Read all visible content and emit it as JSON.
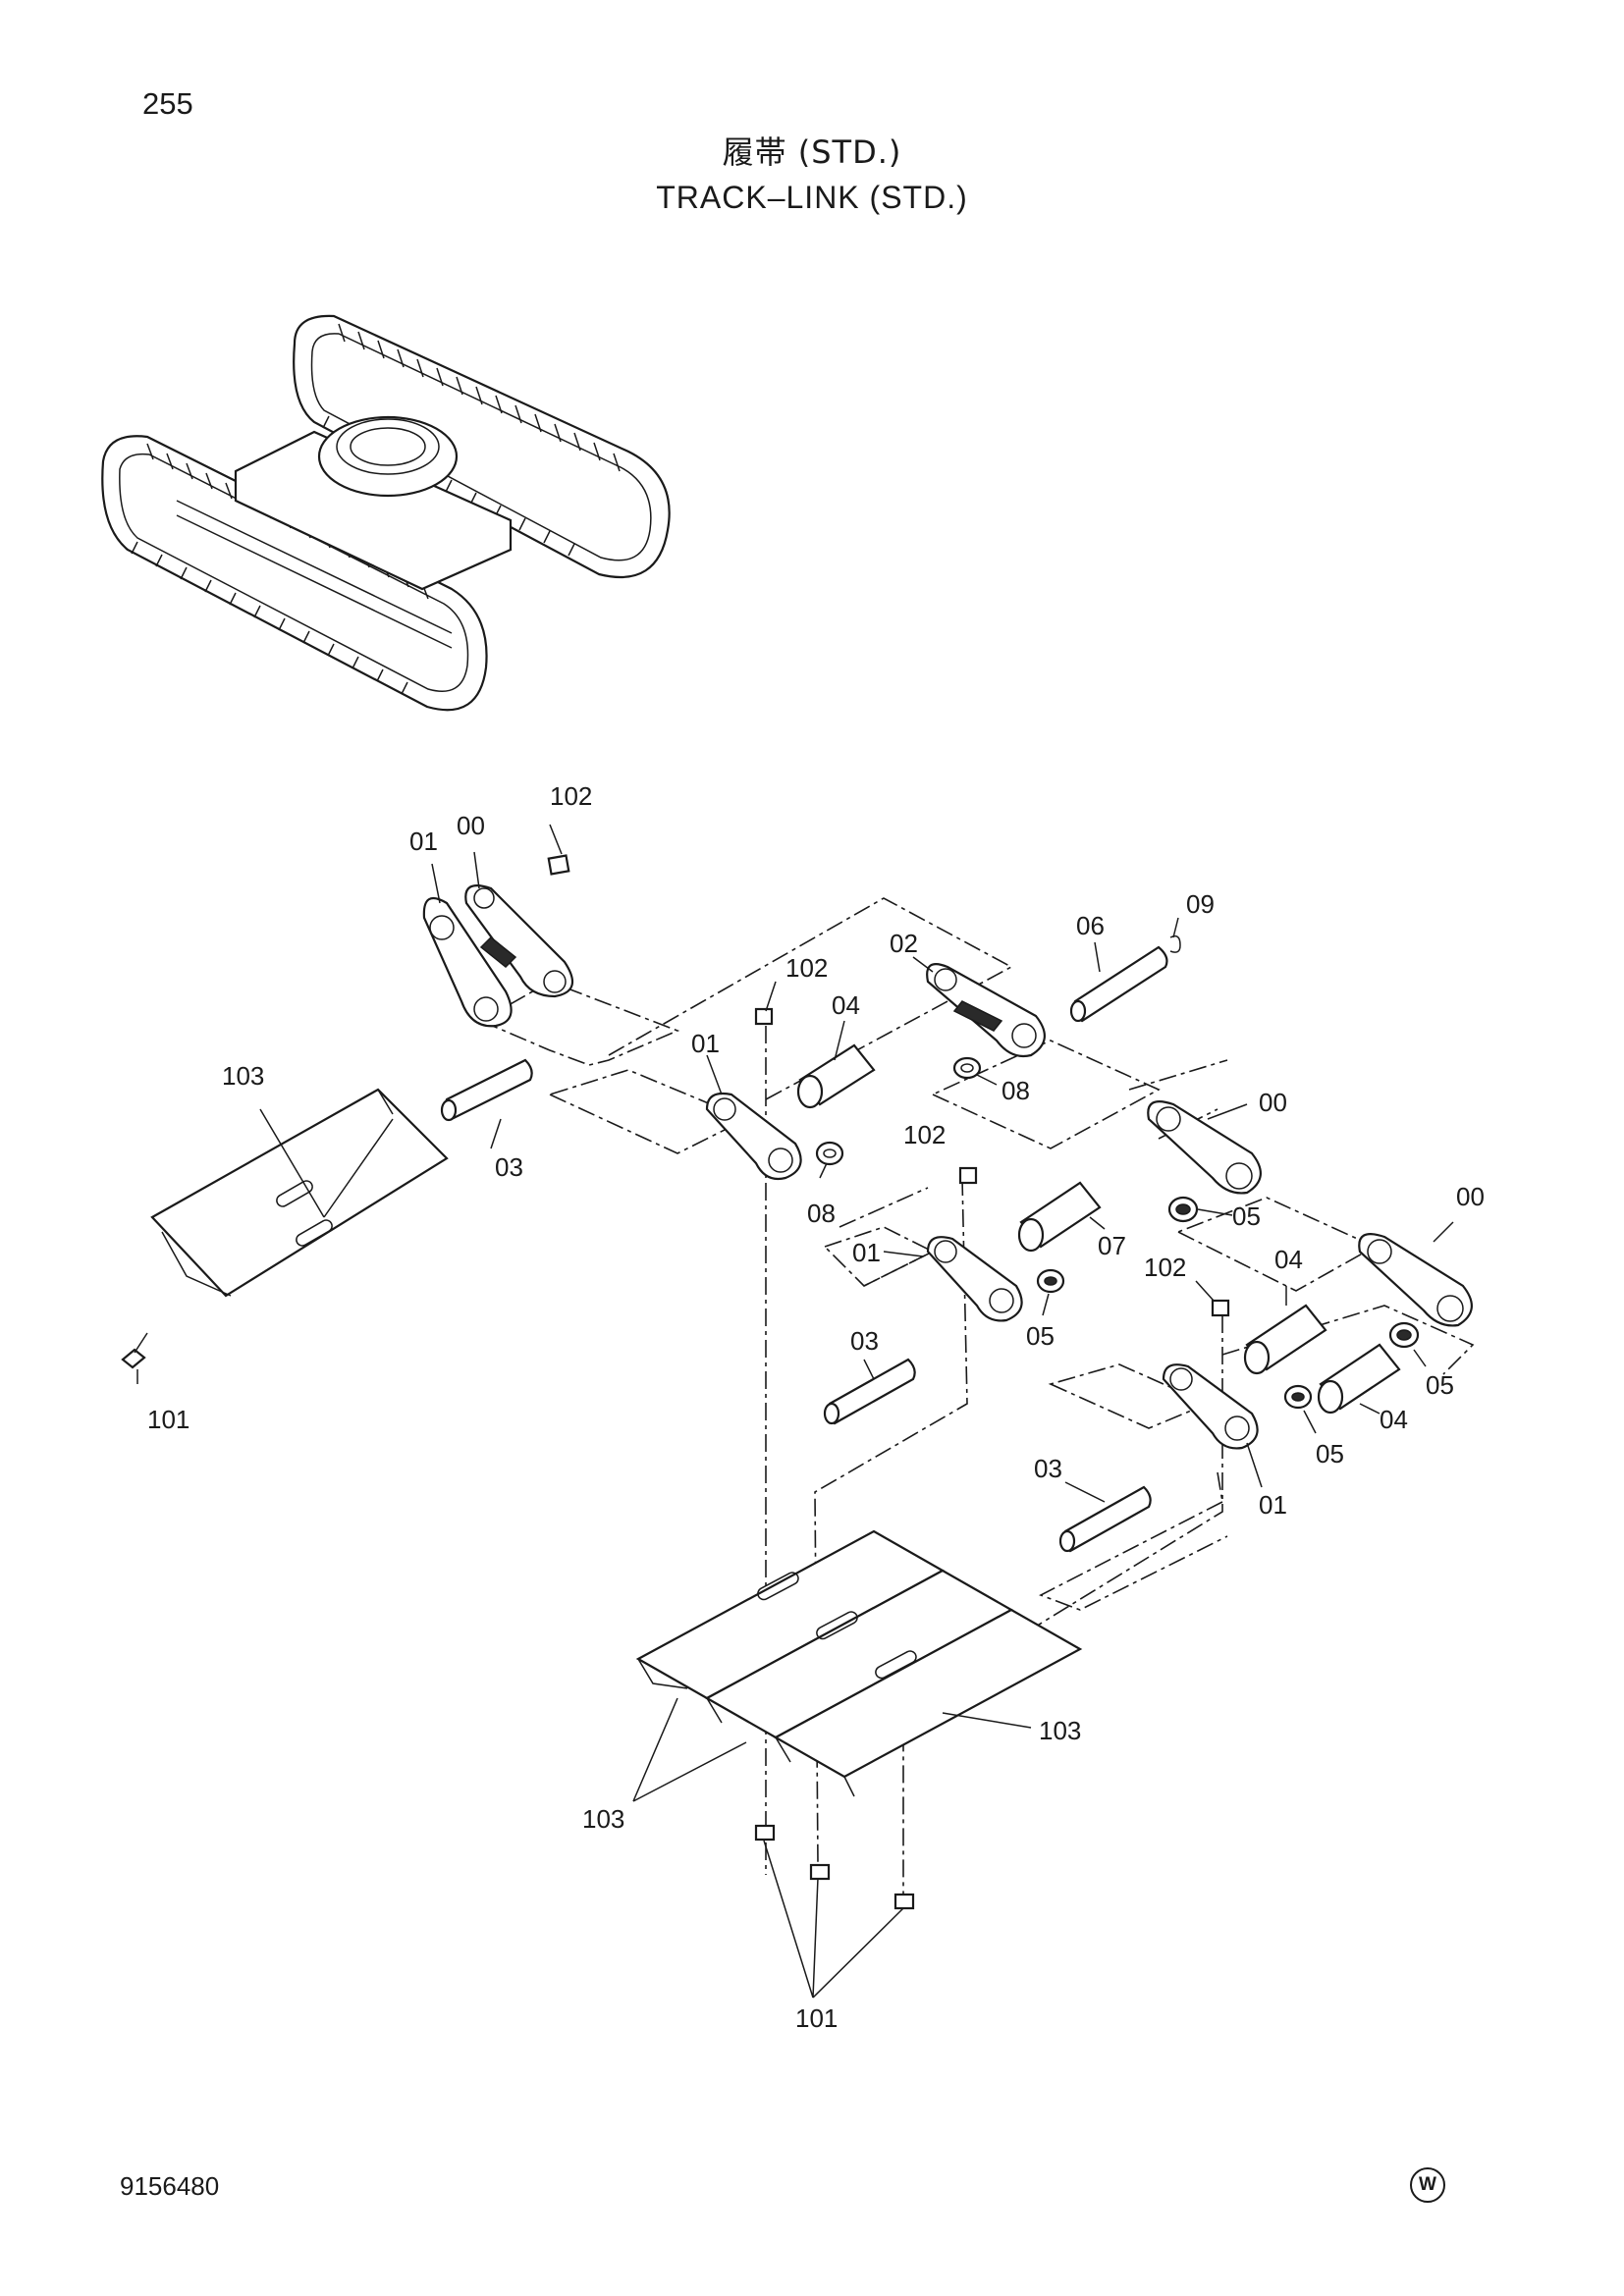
{
  "page_number": "255",
  "title_jp": "履帯 (STD.)",
  "title_en": "TRACK–LINK (STD.)",
  "drawing_number": "9156480",
  "footer_mark": "W",
  "callouts": {
    "c_102_top": "102",
    "c_00_top": "00",
    "c_01_top": "01",
    "c_103_left": "103",
    "c_03_left": "03",
    "c_101_left": "101",
    "c_02": "02",
    "c_06": "06",
    "c_09": "09",
    "c_102_mid": "102",
    "c_04_mid": "04",
    "c_01_mid": "01",
    "c_08_right": "08",
    "c_08_mid": "08",
    "c_00_right": "00",
    "c_102_center": "102",
    "c_05_a": "05",
    "c_07": "07",
    "c_01_center": "01",
    "c_05_b": "05",
    "c_00_far": "00",
    "c_102_right": "102",
    "c_04_right": "04",
    "c_03_center": "03",
    "c_05_c": "05",
    "c_04_low": "04",
    "c_05_d": "05",
    "c_03_low": "03",
    "c_01_low": "01",
    "c_103_right": "103",
    "c_103_bottom": "103",
    "c_101_bottom": "101"
  }
}
